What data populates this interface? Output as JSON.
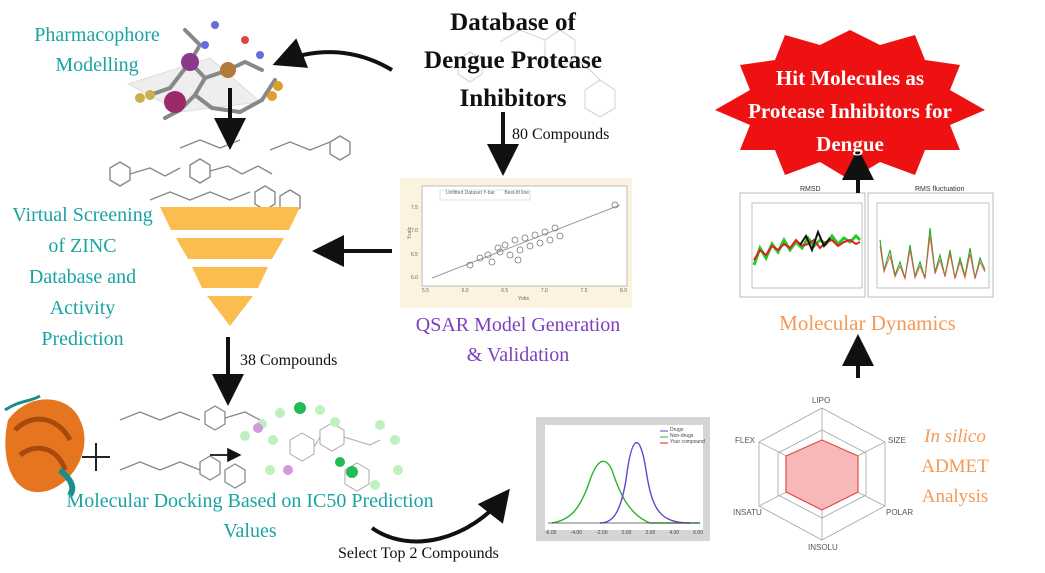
{
  "database": {
    "title_lines": [
      "Database of",
      "Dengue Protease",
      "Inhibitors"
    ]
  },
  "pharmacophore": {
    "lines": [
      "Pharmacophore",
      "Modelling"
    ]
  },
  "virtual_screening": {
    "lines": [
      "Virtual Screening",
      "of ZINC",
      "Database and",
      "Activity",
      "Prediction"
    ]
  },
  "qsar": {
    "lines": [
      "QSAR Model Generation",
      "& Validation"
    ],
    "count_label": "80 Compounds",
    "plot": {
      "legend": [
        "Unfitted Dataset Y-bar",
        "Best-fit line"
      ],
      "ylabel": "Ycalc",
      "xlabel": "Yobs",
      "xticks": [
        "5.5",
        "6.0",
        "6.5",
        "7.0",
        "7.5",
        "8.0"
      ],
      "yticks": [
        "6.0",
        "6.5",
        "7.0",
        "7.5"
      ]
    }
  },
  "docking": {
    "lines": [
      "Molecular Docking Based on IC50 Prediction",
      "Values"
    ],
    "count_label": "38 Compounds"
  },
  "select_label": "Select Top 2 Compounds",
  "admet": {
    "lines": [
      "In silico",
      "ADMET",
      "Analysis"
    ],
    "radar_axes": [
      "LIPO",
      "SIZE",
      "POLAR",
      "INSOLU",
      "INSATU",
      "FLEX"
    ]
  },
  "molecular_dynamics": {
    "label": "Molecular Dynamics",
    "rmsd_title": "RMSD",
    "rmsf_title": "RMS fluctuation"
  },
  "hit": {
    "lines": [
      "Hit Molecules as",
      "Protease Inhibitors for",
      "Dengue"
    ]
  },
  "boiled_egg": {
    "legend": [
      "Drugs",
      "Non-drugs",
      "Your compound"
    ],
    "xticks": [
      "-6.00",
      "-4.00",
      "-2.00",
      "0.00",
      "2.00",
      "4.00",
      "6.00"
    ]
  },
  "colors": {
    "teal": "#1aa3a3",
    "purple": "#7b3fbf",
    "orange": "#f39a57",
    "funnel": "#fbbd4f",
    "starburst": "#ee1111"
  }
}
